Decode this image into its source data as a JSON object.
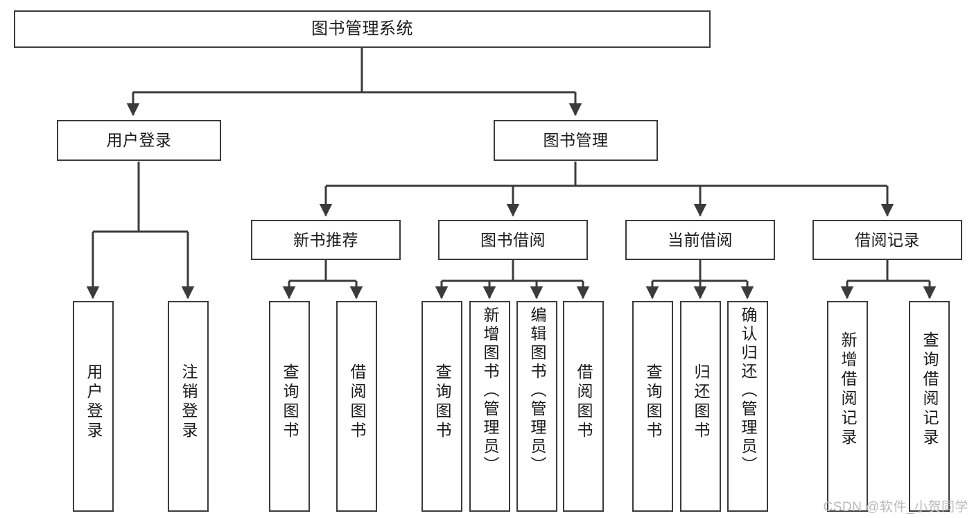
{
  "diagram": {
    "type": "tree-hierarchy",
    "title": "图书管理系统",
    "nodes": {
      "root": {
        "label": "图书管理系统",
        "level": 1,
        "orientation": "horizontal"
      },
      "l2": [
        {
          "id": "user-login",
          "label": "用户登录",
          "level": 2,
          "orientation": "horizontal"
        },
        {
          "id": "book-manage",
          "label": "图书管理",
          "level": 2,
          "orientation": "horizontal"
        }
      ],
      "l3": [
        {
          "id": "new-book-rec",
          "label": "新书推荐",
          "level": 3,
          "orientation": "horizontal",
          "parent": "book-manage"
        },
        {
          "id": "book-borrow",
          "label": "图书借阅",
          "level": 3,
          "orientation": "horizontal",
          "parent": "book-manage"
        },
        {
          "id": "current-borrow",
          "label": "当前借阅",
          "level": 3,
          "orientation": "horizontal",
          "parent": "book-manage"
        },
        {
          "id": "borrow-record",
          "label": "借阅记录",
          "level": 3,
          "orientation": "horizontal",
          "parent": "book-manage"
        }
      ],
      "leaves": [
        {
          "id": "leaf-user-login",
          "label": "用户登录",
          "parent": "user-login",
          "orientation": "vertical"
        },
        {
          "id": "leaf-user-logout",
          "label": "注销登录",
          "parent": "user-login",
          "orientation": "vertical"
        },
        {
          "id": "leaf-query-book-1",
          "label": "查询图书",
          "parent": "new-book-rec",
          "orientation": "vertical"
        },
        {
          "id": "leaf-borrow-book-1",
          "label": "借阅图书",
          "parent": "new-book-rec",
          "orientation": "vertical"
        },
        {
          "id": "leaf-query-book-2",
          "label": "查询图书",
          "parent": "book-borrow",
          "orientation": "vertical"
        },
        {
          "id": "leaf-add-book",
          "label": "新增图书（管理员）",
          "parent": "book-borrow",
          "orientation": "vertical"
        },
        {
          "id": "leaf-edit-book",
          "label": "编辑图书（管理员）",
          "parent": "book-borrow",
          "orientation": "vertical"
        },
        {
          "id": "leaf-borrow-book-2",
          "label": "借阅图书",
          "parent": "book-borrow",
          "orientation": "vertical"
        },
        {
          "id": "leaf-query-book-3",
          "label": "查询图书",
          "parent": "current-borrow",
          "orientation": "vertical"
        },
        {
          "id": "leaf-return-book",
          "label": "归还图书",
          "parent": "current-borrow",
          "orientation": "vertical"
        },
        {
          "id": "leaf-confirm-return",
          "label": "确认归还（管理员）",
          "parent": "current-borrow",
          "orientation": "vertical"
        },
        {
          "id": "leaf-add-record",
          "label": "新增借阅记录",
          "parent": "borrow-record",
          "orientation": "vertical"
        },
        {
          "id": "leaf-query-record",
          "label": "查询借阅记录",
          "parent": "borrow-record",
          "orientation": "vertical"
        }
      ]
    },
    "colors": {
      "box_border": "#3b3b3b",
      "box_fill": "#ffffff",
      "connector": "#3b3b3b",
      "text": "#1a1a1a",
      "background": "#ffffff",
      "watermark": "#b9b9b9"
    }
  },
  "watermark": {
    "text": "CSDN @软件_小贺同学"
  }
}
